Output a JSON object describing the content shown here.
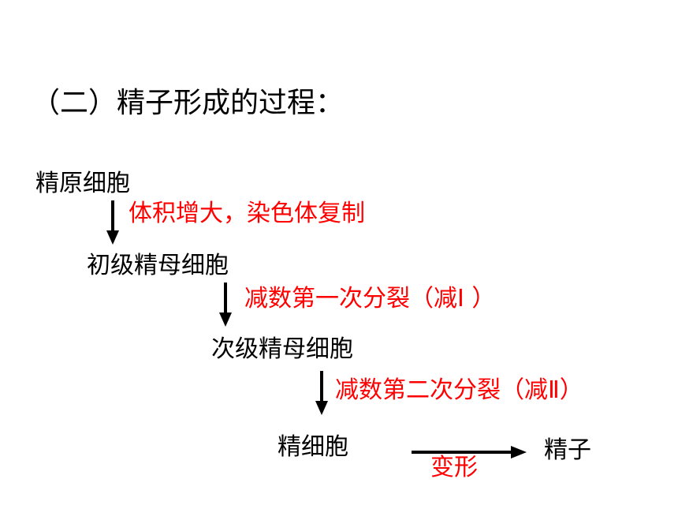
{
  "title": "（二）精子形成的过程：",
  "stages": {
    "spermatogonium": "精原细胞",
    "primary_spermatocyte": "初级精母细胞",
    "secondary_spermatocyte": "次级精母细胞",
    "spermatid": "精细胞",
    "sperm": "精子"
  },
  "processes": {
    "growth": "体积增大，染色体复制",
    "meiosis_1": "减数第一次分裂（减Ⅰ  ）",
    "meiosis_2": "减数第二次分裂（减Ⅱ）",
    "transformation": "变形"
  },
  "colors": {
    "stage_text": "#000000",
    "process_text": "#ff0000",
    "arrow": "#000000"
  }
}
